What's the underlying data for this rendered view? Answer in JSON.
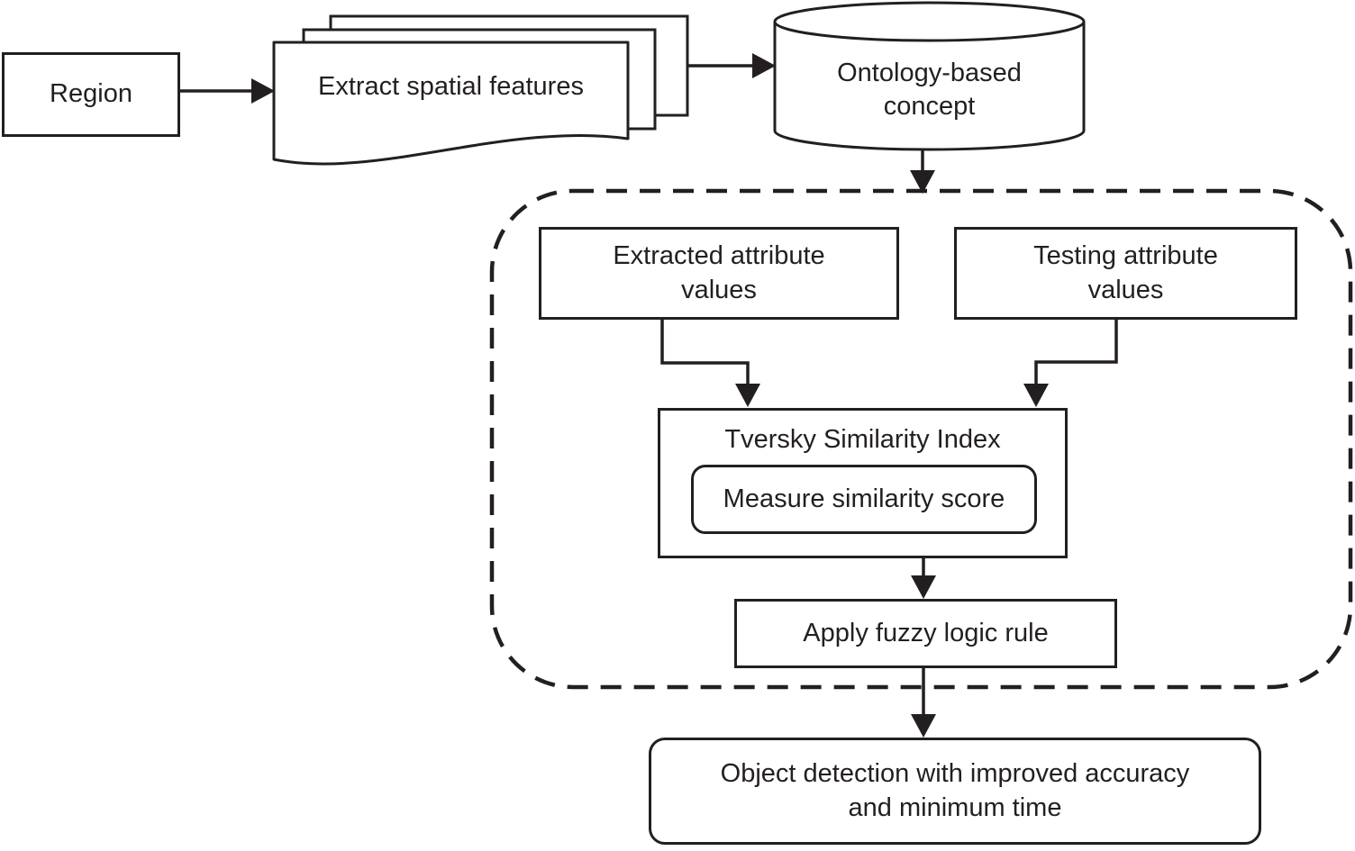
{
  "figure": {
    "background": "#ffffff",
    "stroke_color": "#231f20",
    "nodes": {
      "region": {
        "label": "Region",
        "shape": "rectangle"
      },
      "extract_spatial_features": {
        "label": "Extract spatial features",
        "shape": "stacked-documents"
      },
      "ontology_concept": {
        "label": "Ontology-based concept",
        "shape": "database-cylinder"
      },
      "extracted_attribute_values": {
        "label": "Extracted attribute values",
        "shape": "rectangle"
      },
      "testing_attribute_values": {
        "label": "Testing attribute values",
        "shape": "rectangle"
      },
      "tversky": {
        "label": "Tversky Similarity Index",
        "shape": "rectangle"
      },
      "measure_similarity": {
        "label": "Measure similarity score",
        "shape": "rounded-rectangle"
      },
      "apply_fuzzy": {
        "label": "Apply fuzzy logic rule",
        "shape": "rectangle"
      },
      "output": {
        "label": "Object detection with improved accuracy and minimum time",
        "shape": "rounded-rectangle"
      }
    },
    "groups": {
      "similarity_group": {
        "style": "dashed-rounded-border",
        "contains": [
          "extracted_attribute_values",
          "testing_attribute_values",
          "tversky",
          "measure_similarity",
          "apply_fuzzy"
        ]
      }
    },
    "edges": [
      {
        "from": "region",
        "to": "extract_spatial_features"
      },
      {
        "from": "extract_spatial_features",
        "to": "ontology_concept"
      },
      {
        "from": "ontology_concept",
        "to": "similarity_group"
      },
      {
        "from": "extracted_attribute_values",
        "to": "tversky"
      },
      {
        "from": "testing_attribute_values",
        "to": "tversky"
      },
      {
        "from": "tversky",
        "to": "apply_fuzzy"
      },
      {
        "from": "apply_fuzzy",
        "to": "output"
      }
    ]
  }
}
